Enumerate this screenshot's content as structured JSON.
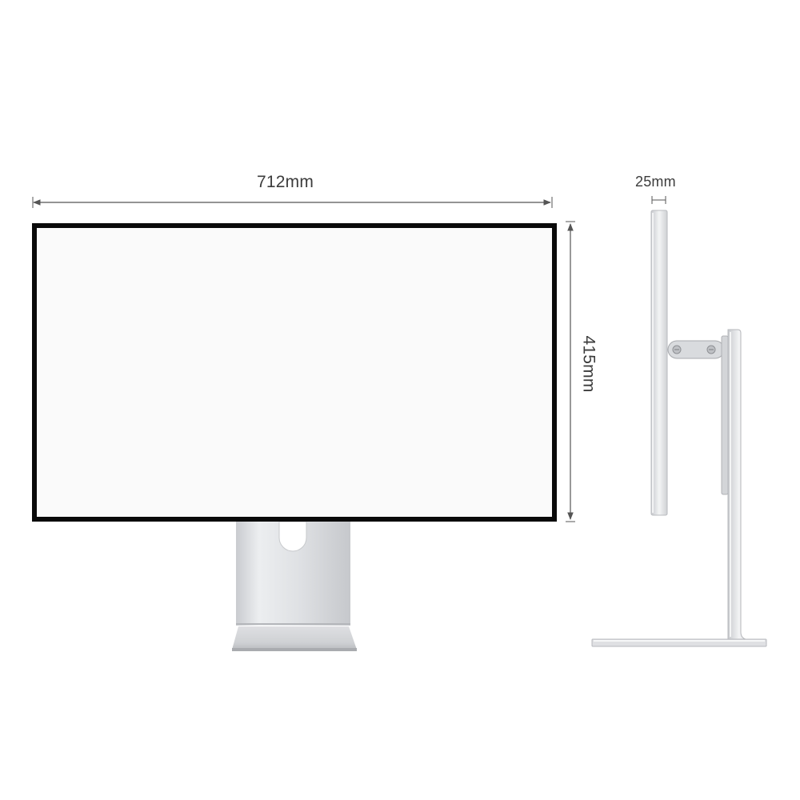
{
  "dimensions": {
    "width": "712mm",
    "height": "415mm",
    "depth": "25mm"
  },
  "colors": {
    "bezel": "#0a0a0a",
    "screen": "#fafafa",
    "dimension_line": "#555555",
    "aluminum_light": "#eeeff1",
    "aluminum_dark": "#bfc1c5"
  }
}
